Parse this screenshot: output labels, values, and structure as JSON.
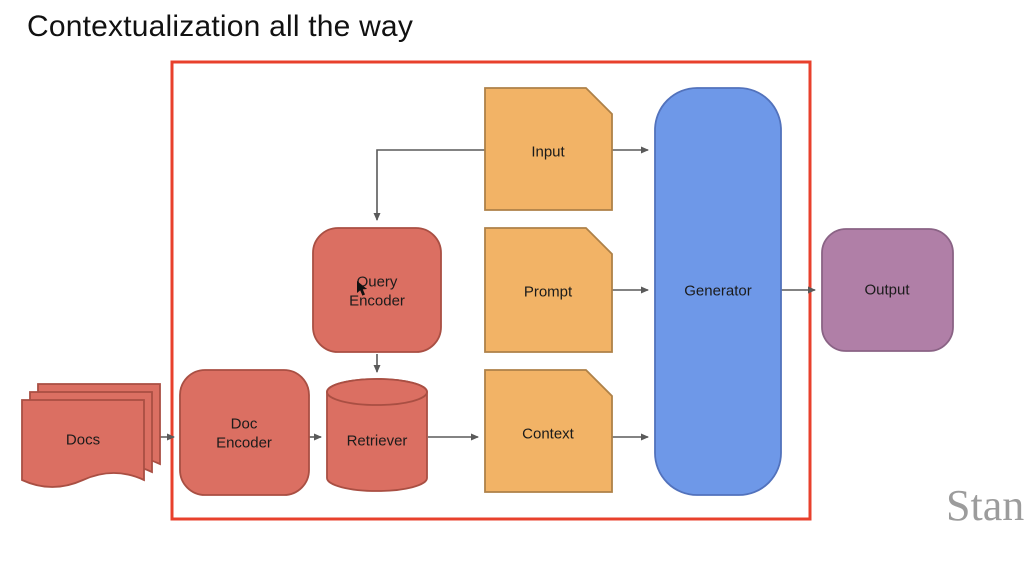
{
  "title": "Contextualization all the way",
  "watermark": "Stan",
  "colors": {
    "red_fill": "#DB6F62",
    "red_stroke": "#A94F43",
    "orange_fill": "#F2B366",
    "orange_stroke": "#AE8148",
    "blue_fill": "#6E98E8",
    "blue_stroke": "#5272BC",
    "purple_fill": "#B07FA7",
    "purple_stroke": "#8A6385",
    "frame": "#E8402C",
    "arrow": "#5A5A5A",
    "text": "#1B1B1B",
    "watermark": "#9C9C9C"
  },
  "diagram": {
    "nodes": {
      "docs": {
        "label": "Docs"
      },
      "doc_encoder": {
        "lines": [
          "Doc",
          "Encoder"
        ]
      },
      "retriever": {
        "label": "Retriever"
      },
      "query_encoder": {
        "lines": [
          "Query",
          "Encoder"
        ]
      },
      "input": {
        "label": "Input"
      },
      "prompt": {
        "label": "Prompt"
      },
      "context": {
        "label": "Context"
      },
      "generator": {
        "label": "Generator"
      },
      "output": {
        "label": "Output"
      }
    },
    "edges": [
      {
        "from": "Docs",
        "to": "Doc Encoder"
      },
      {
        "from": "Doc Encoder",
        "to": "Retriever"
      },
      {
        "from": "Query Encoder",
        "to": "Retriever"
      },
      {
        "from": "Input",
        "to": "Query Encoder"
      },
      {
        "from": "Retriever",
        "to": "Context"
      },
      {
        "from": "Context",
        "to": "Generator"
      },
      {
        "from": "Prompt",
        "to": "Generator"
      },
      {
        "from": "Input",
        "to": "Generator"
      },
      {
        "from": "Generator",
        "to": "Output"
      }
    ]
  }
}
